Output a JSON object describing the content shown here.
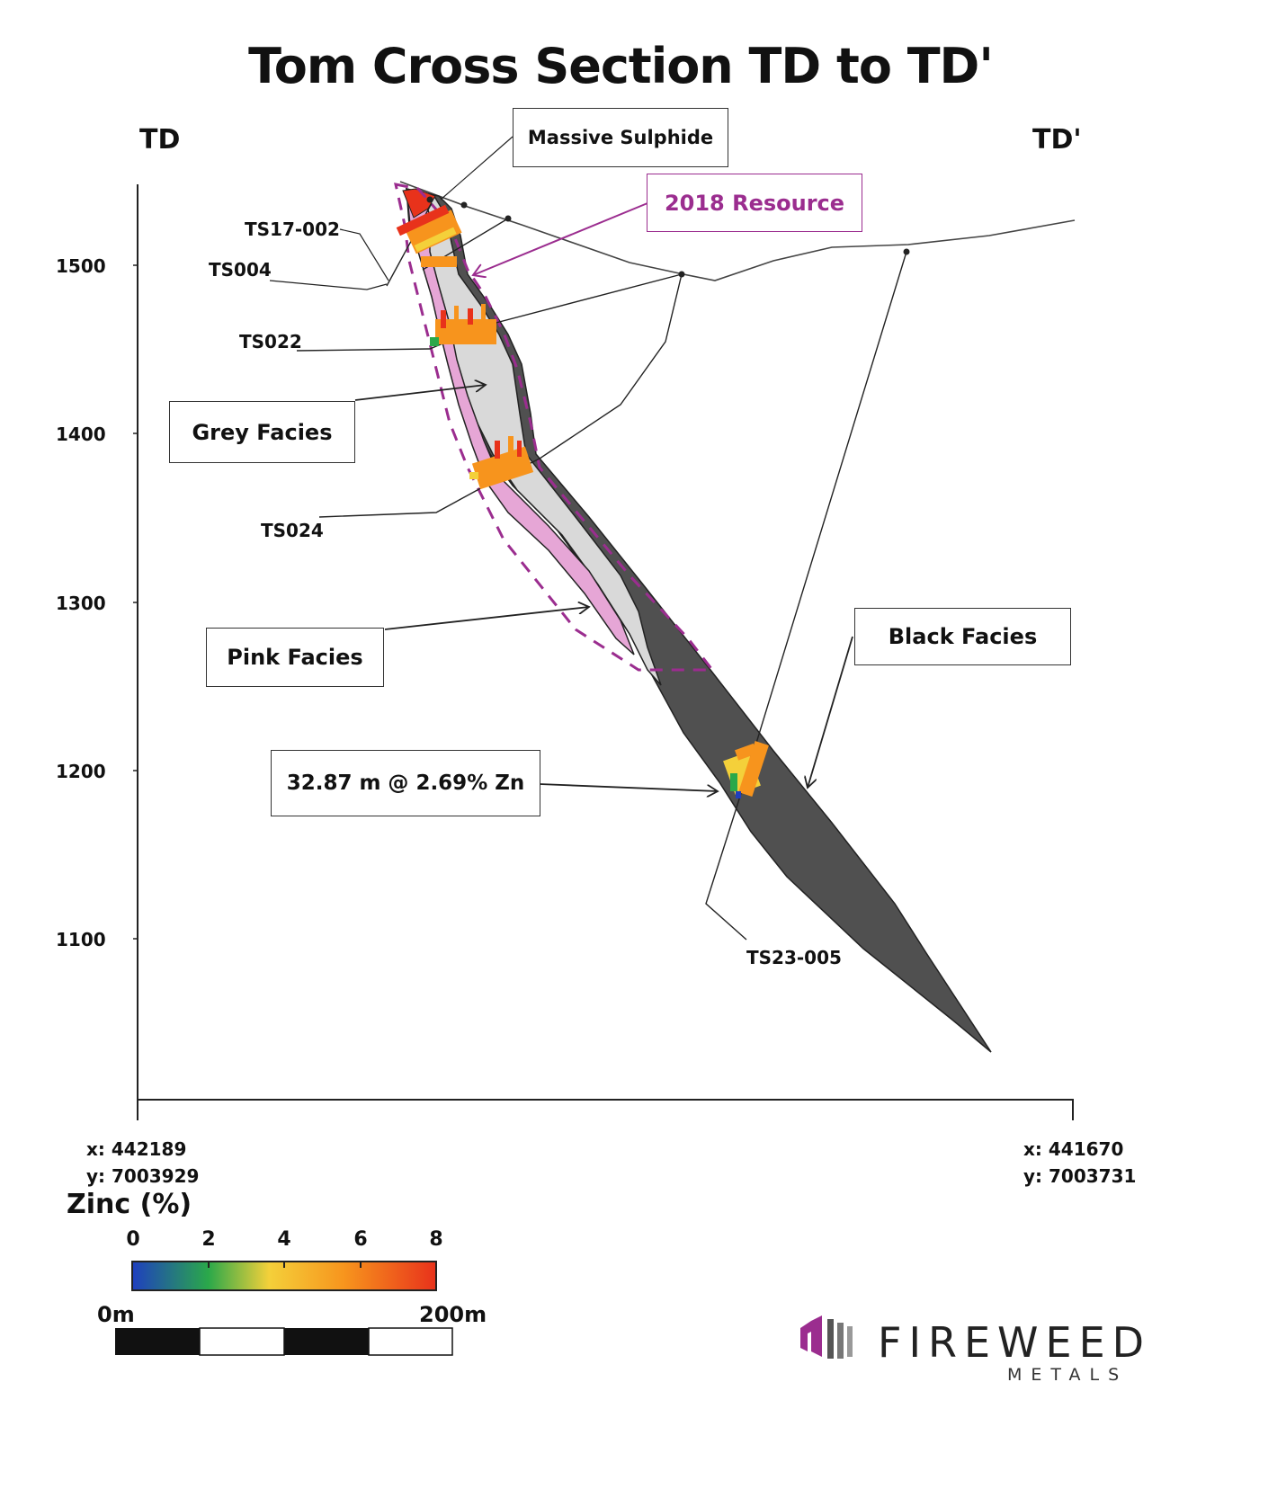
{
  "title": "Tom Cross Section TD to TD'",
  "section_start": "TD",
  "section_end": "TD'",
  "y_axis": {
    "ticks": [
      "1500",
      "1400",
      "1300",
      "1200",
      "1100"
    ]
  },
  "coords_start": {
    "x": "x: 442189",
    "y": "y: 7003929"
  },
  "coords_end": {
    "x": "x: 441670",
    "y": "y: 7003731"
  },
  "labels": {
    "massive_sulphide": "Massive Sulphide",
    "resource_2018": "2018 Resource",
    "grey_facies": "Grey Facies",
    "pink_facies": "Pink Facies",
    "black_facies": "Black Facies",
    "intercept": "32.87 m @ 2.69% Zn"
  },
  "drillholes": [
    "TS17-002",
    "TS004",
    "TS022",
    "TS024",
    "TS23-005"
  ],
  "legend": {
    "title": "Zinc (%)",
    "ticks": [
      "0",
      "2",
      "4",
      "6",
      "8"
    ],
    "colors": [
      "#1f3fbf",
      "#2aa84a",
      "#f4d03a",
      "#f7941d",
      "#e8321b"
    ]
  },
  "scale_bar": {
    "start": "0m",
    "end": "200m"
  },
  "colors": {
    "pink": "#e6a6d6",
    "grey": "#d9d9d9",
    "black": "#4a4a4a",
    "resource": "#9b2d8f"
  },
  "logo": {
    "name": "FIREWEED",
    "sub": "METALS"
  }
}
